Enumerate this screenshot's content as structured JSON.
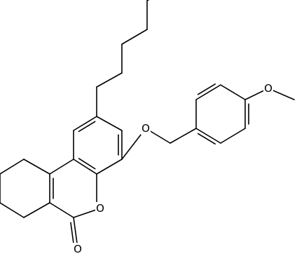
{
  "diagram": {
    "type": "chemical-structure",
    "atom_labels": {
      "ring_oxygen": "O",
      "carbonyl_oxygen": "O",
      "ether_oxygen": "O",
      "methoxy_oxygen": "O"
    },
    "colors": {
      "bond": "#000000",
      "label": "#000000",
      "background": "#ffffff"
    }
  }
}
